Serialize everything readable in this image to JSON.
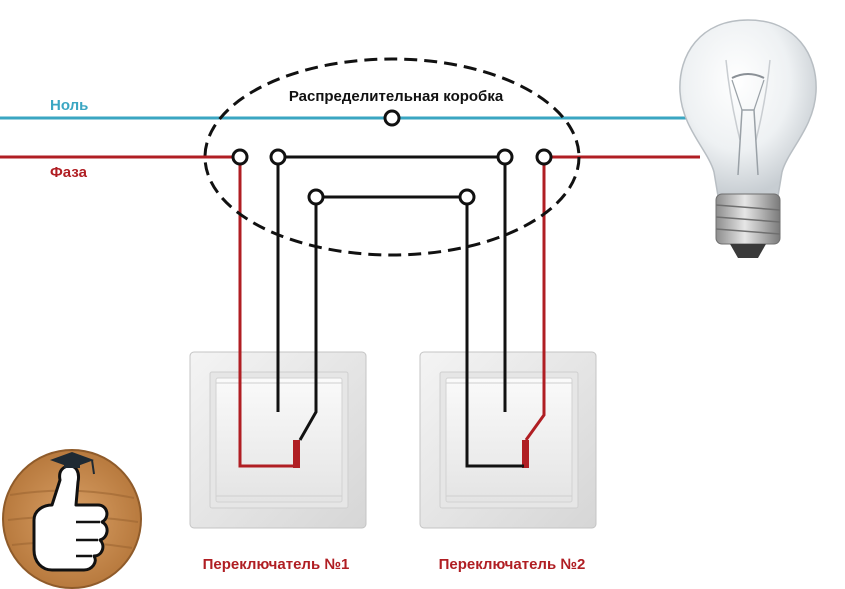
{
  "labels": {
    "neutral": "Ноль",
    "phase": "Фаза",
    "junction_box": "Распределительная коробка",
    "switch_1": "Переключатель №1",
    "switch_2": "Переключатель №2"
  },
  "colors": {
    "neutral_wire": "#3aa6c2",
    "phase_wire": "#b01e23",
    "link_wire": "#111111",
    "label_neutral": "#3aa6c2",
    "label_phase": "#b01e23",
    "label_switch": "#b01e23",
    "label_box": "#111111"
  },
  "icons": {
    "lamp": "light-bulb-icon",
    "logo": "thumbs-up-graduate-icon"
  }
}
